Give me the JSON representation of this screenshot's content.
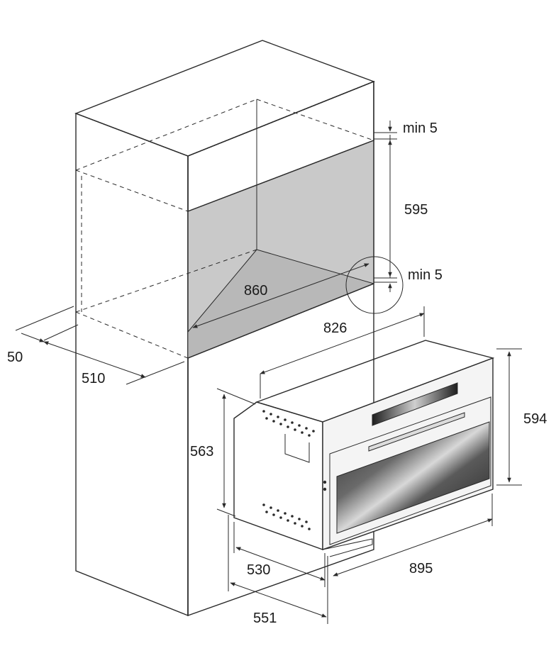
{
  "dimensions": {
    "min_top": "min 5",
    "niche_height": "595",
    "min_bottom": "min 5",
    "niche_width": "860",
    "appliance_depth_top": "826",
    "front_offset": "50",
    "cabinet_depth": "510",
    "appliance_height": "594",
    "body_height": "563",
    "body_depth": "530",
    "total_depth": "551",
    "appliance_width": "895"
  },
  "colors": {
    "line": "#2a2a2a",
    "niche_fill": "#c9c9c9",
    "glass_dark": "#3a3a3a",
    "glass_light": "#e6e6e6",
    "frame": "#f4f4f4"
  }
}
